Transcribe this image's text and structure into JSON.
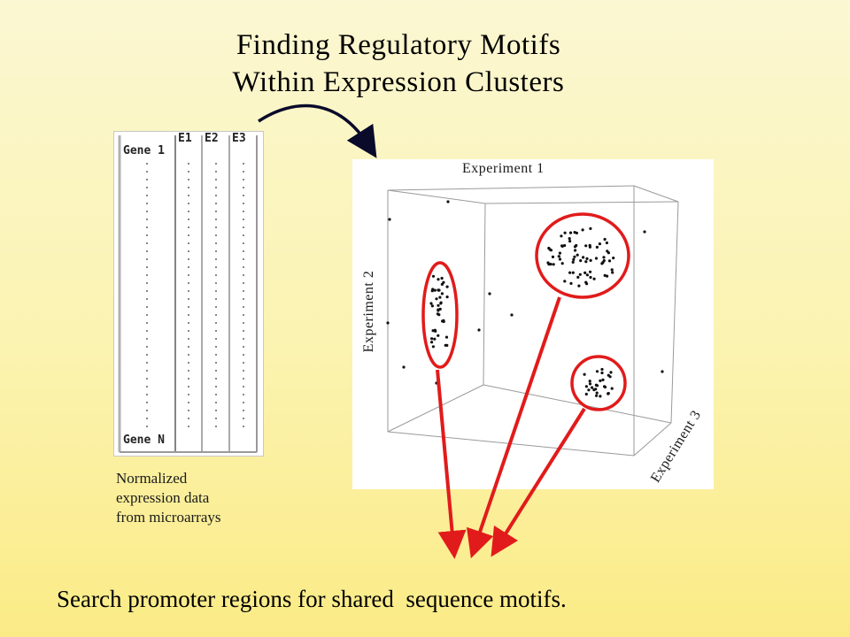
{
  "title": {
    "line1": "Finding Regulatory Motifs",
    "line2": "Within Expression Clusters"
  },
  "matrix": {
    "columns": [
      "E1",
      "E2",
      "E3"
    ],
    "first_row_label": "Gene 1",
    "last_row_label": "Gene N"
  },
  "scatter": {
    "axis_top": "Experiment 1",
    "axis_left": "Experiment 2",
    "axis_right": "Experiment 3"
  },
  "caption": {
    "line1": "Normalized",
    "line2": "expression data",
    "line3": "from microarrays"
  },
  "footer": "Search promoter regions for shared  sequence motifs.",
  "colors": {
    "cluster_outline": "#e11b1b",
    "arrow": "#e11b1b",
    "curved_arrow": "#0a0a2a"
  }
}
